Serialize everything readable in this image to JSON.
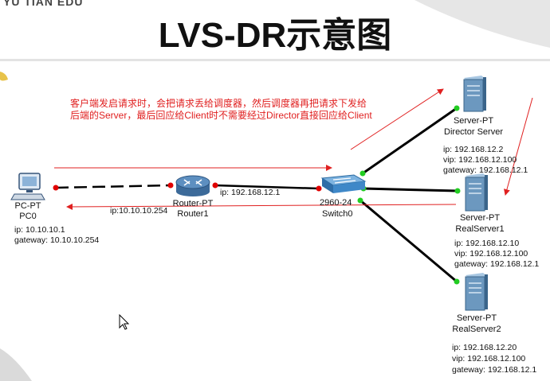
{
  "header": {
    "brand": "YU TIAN EDU",
    "title": "LVS-DR示意图"
  },
  "note": "客户端发启请求时，会把请求丢给调度器，然后调度器再把请求下发给后端的Server，最后回应给Client时不需要经过Director直接回应给Client",
  "devices": {
    "pc": {
      "type": "PC-PT",
      "name": "PC0",
      "ip": "ip: 10.10.10.1",
      "gateway": "gateway: 10.10.10.254"
    },
    "router": {
      "type": "Router-PT",
      "name": "Router1",
      "ip_right": "ip: 192.168.12.1",
      "ip_left": "ip:10.10.10.254"
    },
    "switch": {
      "type": "2960-24",
      "name": "Switch0"
    },
    "director": {
      "type": "Server-PT",
      "name": "Director Server",
      "ip": "ip: 192.168.12.2",
      "vip": "vip: 192.168.12.100",
      "gateway": "gateway: 192.168.12.1"
    },
    "real1": {
      "type": "Server-PT",
      "name": "RealServer1",
      "ip": "ip: 192.168.12.10",
      "vip": "vip: 192.168.12.100",
      "gateway": "gateway: 192.168.12.1"
    },
    "real2": {
      "type": "Server-PT",
      "name": "RealServer2",
      "ip": "ip: 192.168.12.20",
      "vip": "vip: 192.168.12.100",
      "gateway": "gateway: 192.168.12.1"
    }
  },
  "colors": {
    "link": "#000000",
    "port_down": "#e00000",
    "port_up": "#22cc22",
    "arrow": "#e02020",
    "server": "#6c98bf",
    "router": "#4f7fae",
    "switch": "#3f88c8"
  }
}
